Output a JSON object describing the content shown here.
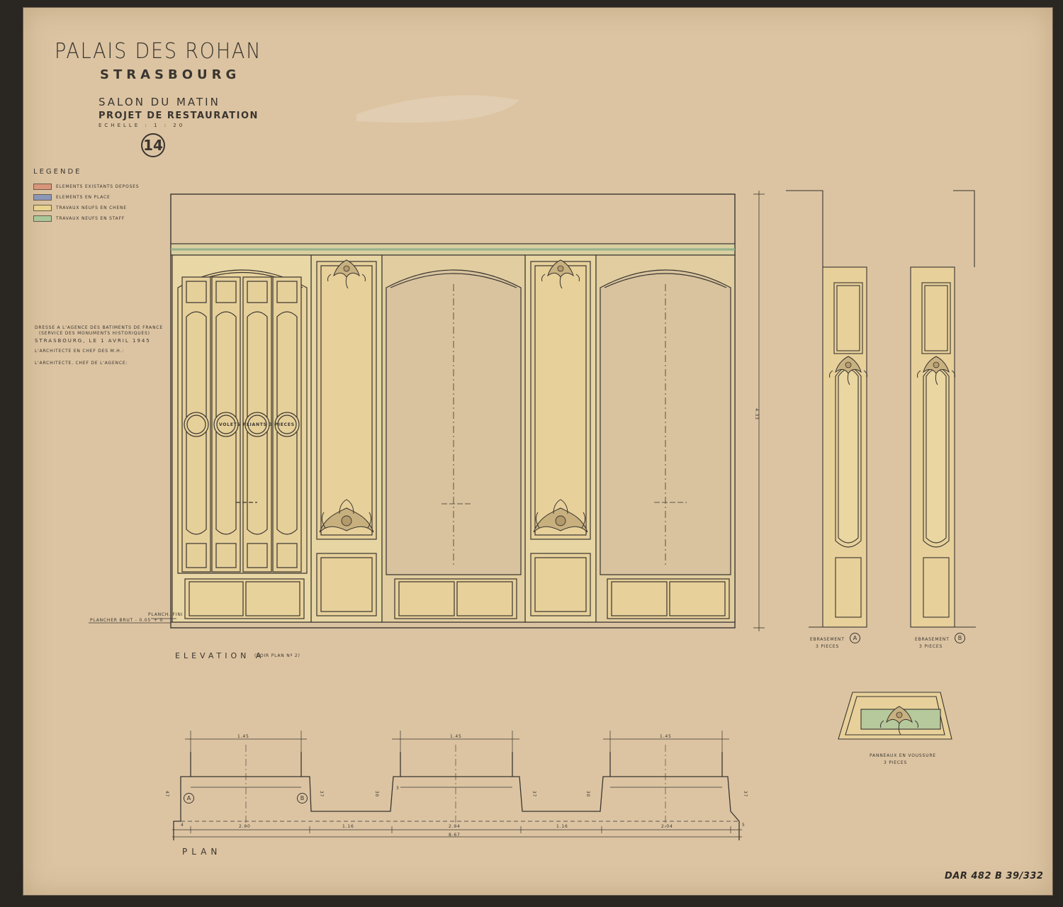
{
  "title": {
    "main": "PALAIS DES ROHAN",
    "city": "STRASBOURG",
    "room": "SALON DU MATIN",
    "project": "PROJET DE RESTAURATION",
    "scale": "ECHELLE : 1 : 20",
    "sheet_number": "14"
  },
  "legend": {
    "heading": "LEGENDE",
    "items": [
      {
        "label": "ELEMENTS EXISTANTS DEPOSES",
        "color": "#d9957a"
      },
      {
        "label": "ELEMENTS EN PLACE",
        "color": "#8a97b8"
      },
      {
        "label": "TRAVAUX NEUFS EN CHENE",
        "color": "#e8d28e"
      },
      {
        "label": "TRAVAUX NEUFS EN STAFF",
        "color": "#a9c79a"
      }
    ]
  },
  "credits": {
    "line1": "DRESSE A L'AGENCE DES BATIMENTS DE FRANCE",
    "line2": "(SERVICE DES MONUMENTS HISTORIQUES)",
    "line3": "STRASBOURG, LE 1 AVRIL 1945",
    "line4": "L'ARCHITECTE EN CHEF DES M.H.:",
    "line5": "L'ARCHITECTE, CHEF DE L'AGENCE:"
  },
  "elevation": {
    "title": "ELEVATION A",
    "ref": "(VOIR PLAN Nº 2)",
    "shutter_note": "VOLETS PLIANTS 3 PIECES",
    "floor_rough": "PLANCHER BRUT - 0.05",
    "floor_finished": "PLANCH. FINI",
    "floor_finished_value": "+ 0",
    "height_dim": "4.33"
  },
  "ebrasements": [
    {
      "label": "EBRASEMENT",
      "mark": "A",
      "pieces": "3 PIECES"
    },
    {
      "label": "EBRASEMENT",
      "mark": "B",
      "pieces": "3 PIECES"
    }
  ],
  "voussure": {
    "label": "PANNEAUX EN VOUSSURE",
    "pieces": "3 PIECES"
  },
  "plan": {
    "title": "PLAN",
    "top_dims": [
      "1.45",
      "1.45",
      "1.45"
    ],
    "bottom_dims": [
      "2.00",
      "1.16",
      "2.04",
      "1.16",
      "2.04"
    ],
    "total": "8.67",
    "depths": [
      "47",
      "37",
      "30",
      "37",
      "30",
      "37"
    ],
    "marks": [
      "A",
      "B"
    ],
    "small_dims": [
      "4",
      "3",
      "5"
    ]
  },
  "archive_ref": "DAR 482 B 39/332",
  "colors": {
    "paper": "#dcc4a2",
    "ink": "#3a3530",
    "oak": "#e6cf94",
    "staff": "#a9c79a"
  }
}
